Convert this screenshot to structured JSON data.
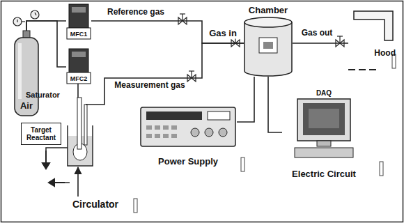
{
  "diagram": {
    "nodes": [
      {
        "text": [
          "Air"
        ]
      },
      {
        "text": [
          "MFC1"
        ]
      },
      {
        "text": [
          "MFC2"
        ]
      },
      {
        "text": [
          "Chamber"
        ]
      },
      {
        "text": [
          "Hood"
        ]
      },
      {
        "text": [
          "Saturator"
        ]
      },
      {
        "text": [
          "Target Reactant"
        ]
      },
      {
        "text": [
          "Circulator"
        ]
      },
      {
        "text": [
          "Power Supply"
        ]
      },
      {
        "text": [
          "DAQ",
          "Electric Circuit"
        ]
      }
    ],
    "edges": [
      {
        "from": 0,
        "to": 1,
        "arrow": "none"
      },
      {
        "from": 0,
        "to": 2,
        "arrow": "none"
      },
      {
        "from": 1,
        "to": 3,
        "label": "Reference gas",
        "arrow": "none"
      },
      {
        "from": 2,
        "to": 5,
        "arrow": "none"
      },
      {
        "from": 5,
        "to": 3,
        "label": "Measurement gas",
        "arrow": "none"
      },
      {
        "from": 3,
        "to": 4,
        "label": "Gas out",
        "arrow": "none"
      },
      {
        "from": 7,
        "to": 5,
        "arrow": "to"
      },
      {
        "from": 3,
        "to": 8,
        "arrow": "none"
      },
      {
        "from": 3,
        "to": 9,
        "arrow": "none"
      }
    ],
    "labels": [
      "Gas in"
    ]
  }
}
